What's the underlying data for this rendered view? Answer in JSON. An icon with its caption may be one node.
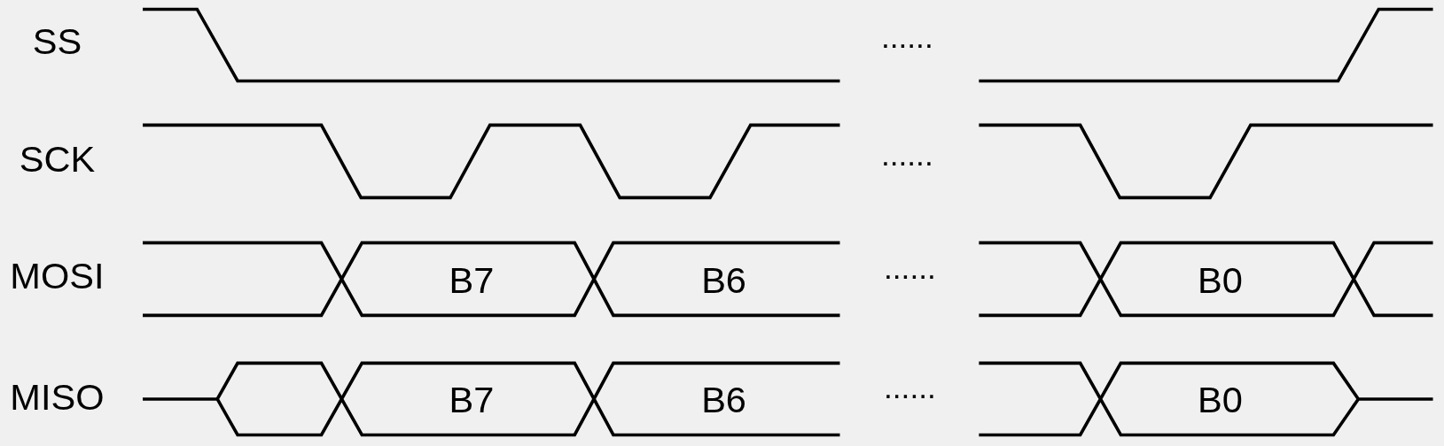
{
  "diagram": {
    "labels": [
      "SS",
      "......",
      "SCK",
      "......",
      "MOSI",
      "B7",
      "B6",
      "......",
      "B0",
      "MISO",
      "B7",
      "B6",
      "......",
      "B0"
    ]
  }
}
